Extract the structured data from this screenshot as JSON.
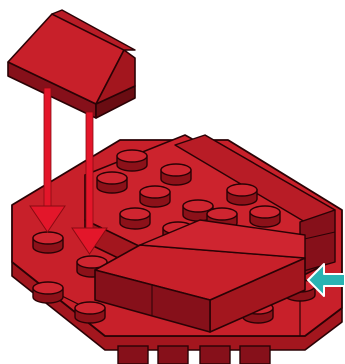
{
  "colors": {
    "brick_top": "#c8202a",
    "brick_front": "#a3161e",
    "brick_side": "#86101a",
    "brick_dark": "#6a0c12",
    "outline": "#2a0205",
    "arrow_red": "#e3162a",
    "arrow_teal": "#2ab3b3",
    "background": "#ffffff"
  },
  "assembly_step": {
    "parts": [
      "slope-brick-1x2",
      "octagonal-plate",
      "slope-brick-2x2",
      "plate-stack"
    ],
    "arrows": [
      {
        "name": "placement-arrow-left",
        "color": "arrow_red",
        "direction": "down"
      },
      {
        "name": "placement-arrow-right",
        "color": "arrow_red",
        "direction": "down"
      },
      {
        "name": "attention-arrow",
        "color": "arrow_teal",
        "direction": "left"
      }
    ]
  }
}
